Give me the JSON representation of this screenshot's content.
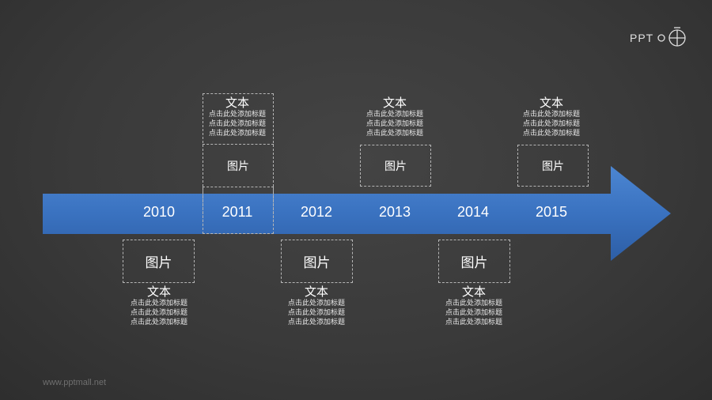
{
  "timeline": {
    "years": [
      "2010",
      "2011",
      "2012",
      "2013",
      "2014",
      "2015"
    ],
    "image_label": "图片",
    "text_title": "文本",
    "text_lines": [
      "点击此处添加标题",
      "点击此处添加标题",
      "点击此处添加标题"
    ]
  },
  "logo": {
    "text": "PPT"
  },
  "footer": {
    "url": "www.pptmall.net"
  },
  "colors": {
    "arrow": "#3a72c0",
    "background": "#3b3b3b",
    "dashed_border": "#b5b5b5"
  },
  "icons": {
    "logo": "ppt-mall-logo-icon"
  }
}
